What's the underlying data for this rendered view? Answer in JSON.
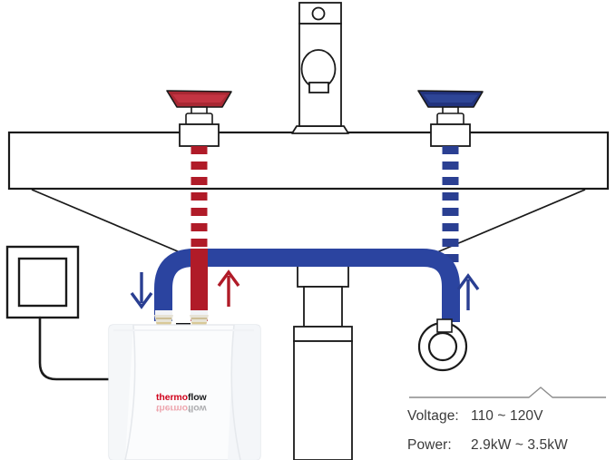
{
  "scene": {
    "title": "Tankless water heater under-sink installation diagram",
    "background_color": "#ffffff"
  },
  "colors": {
    "hot_red": "#b01b28",
    "hot_red_dark": "#a0202c",
    "cold_blue": "#2a3f92",
    "pipe_blue": "#2b44a0",
    "outline": "#1a1a1a",
    "text_grey": "#3a3a3a",
    "divider_grey": "#8c8c8c",
    "brass": "#d8c08a",
    "heater_white": "#fcfcfd",
    "heater_shade": "#eceef1"
  },
  "countertop": {
    "name": "countertop-slab"
  },
  "faucet": {
    "spout_name": "faucet-spout",
    "hot_handle_name": "hot-handle",
    "hot_handle_color": "#b01b28",
    "cold_handle_name": "cold-handle",
    "cold_handle_color": "#2a3f92"
  },
  "pipes": {
    "hot_supply_label": "hot-water-dashed-line",
    "cold_supply_label": "cold-water-dashed-line",
    "cold_feed_label": "cold-feed-pipe",
    "hot_outlet_label": "hot-outlet-pipe"
  },
  "arrows": [
    {
      "name": "cold-inlet-arrow",
      "direction": "down",
      "color": "#2a3f92"
    },
    {
      "name": "hot-outlet-arrow",
      "direction": "up",
      "color": "#b01b28"
    },
    {
      "name": "cold-supply-arrow",
      "direction": "up",
      "color": "#2a3f92"
    }
  ],
  "outlet": {
    "name": "wall-power-outlet",
    "cable_name": "power-cable"
  },
  "drain": {
    "name": "sink-drain-pipe"
  },
  "shutoff_valve": {
    "name": "shutoff-valve-ring"
  },
  "heater": {
    "name": "tankless-water-heater",
    "brand": {
      "thermo": "thermo",
      "flow": "flow"
    },
    "inlet_fitting_name": "cold-inlet-fitting",
    "outlet_fitting_name": "hot-outlet-fitting"
  },
  "specs": {
    "divider_name": "spec-divider-line",
    "voltage_label": "Voltage:",
    "voltage_value": "110 ~ 120V",
    "power_label": "Power:",
    "power_value": "2.9kW ~ 3.5kW"
  }
}
